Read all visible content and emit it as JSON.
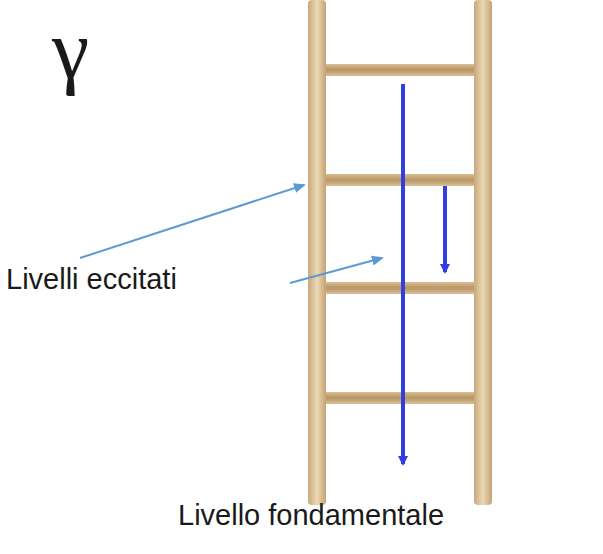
{
  "diagram": {
    "labels": [
      "γ",
      "Livelli eccitati",
      "Livello fondamentale"
    ]
  }
}
